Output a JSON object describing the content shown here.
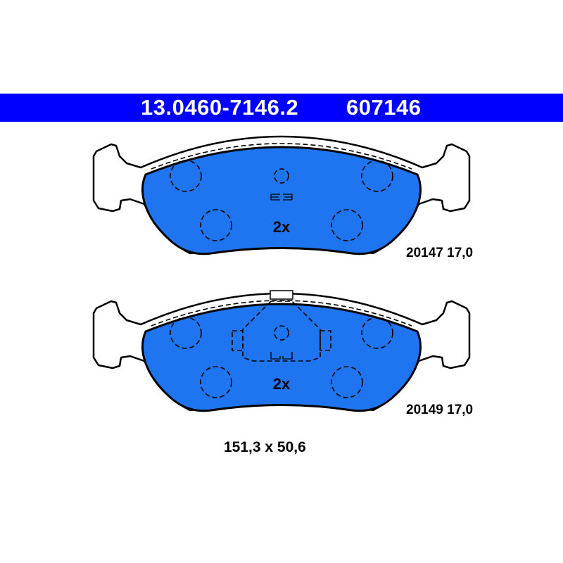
{
  "header": {
    "part_number": "13.0460-7146.2",
    "short_number": "607146"
  },
  "pads": [
    {
      "id": "20147",
      "thickness": "17,0",
      "quantity": "2x"
    },
    {
      "id": "20149",
      "thickness": "17,0",
      "quantity": "2x"
    }
  ],
  "dimensions": "151,3 x 50,6",
  "colors": {
    "header": "#0000ff",
    "pad": "#1f74f0"
  }
}
